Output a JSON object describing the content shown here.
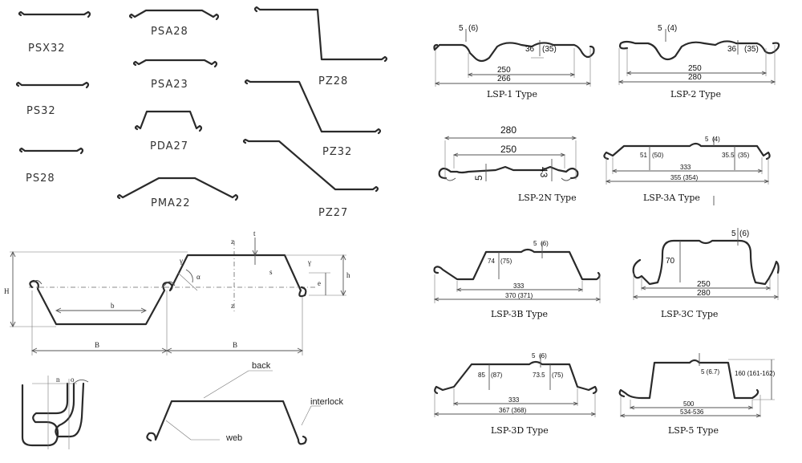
{
  "left_profiles": {
    "psx32": "PSX32",
    "ps32": "PS32",
    "ps28": "PS28",
    "psa28": "PSA28",
    "psa23": "PSA23",
    "pda27": "PDA27",
    "pma22": "PMA22",
    "pz28": "PZ28",
    "pz32": "PZ32",
    "pz27": "PZ27"
  },
  "schematic": {
    "H": "H",
    "B_left": "B",
    "B_right": "B",
    "b": "b",
    "h": "h",
    "e": "e",
    "alpha": "α",
    "gamma_l": "γ",
    "gamma_r": "γ",
    "s": "s",
    "z_top": "z",
    "z_bottom": "z",
    "t": "t",
    "n": "n",
    "o": "o"
  },
  "parts": {
    "back": "back",
    "interlock": "interlock",
    "web": "web"
  },
  "lsp": {
    "lsp1": {
      "caption": "LSP-1 Type",
      "d_top": "5",
      "d_top_alt": "(6)",
      "d_depth": "36",
      "d_depth_alt": "(35)",
      "d_inner": "250",
      "d_outer": "266"
    },
    "lsp2": {
      "caption": "LSP-2 Type",
      "d_top": "5",
      "d_top_alt": "(4)",
      "d_depth": "36",
      "d_depth_alt": "(35)",
      "d_inner": "250",
      "d_outer": "280"
    },
    "lsp2n": {
      "caption": "LSP-2N Type",
      "d_outer": "280",
      "d_inner": "250",
      "d_small": "5",
      "d_depth": "43"
    },
    "lsp3a": {
      "caption": "LSP-3A Type",
      "d_top": "5",
      "d_top_alt": "(4)",
      "d_left": "51",
      "d_left_alt": "(50)",
      "d_right": "35.5",
      "d_right_alt": "(35)",
      "d_inner": "333",
      "d_outer": "355 (354)"
    },
    "lsp3b": {
      "caption": "LSP-3B Type",
      "d_top": "5",
      "d_top_alt": "(6)",
      "d_depth": "74",
      "d_depth_alt": "(75)",
      "d_inner": "333",
      "d_outer": "370 (371)"
    },
    "lsp3c": {
      "caption": "LSP-3C Type",
      "d_top": "5",
      "d_top_alt": "(6)",
      "d_depth": "70",
      "d_inner": "250",
      "d_outer": "280"
    },
    "lsp3d": {
      "caption": "LSP-3D Type",
      "d_top": "5",
      "d_top_alt": "(6)",
      "d_left": "85",
      "d_left_alt": "(87)",
      "d_right": "73.5",
      "d_right_alt": "(75)",
      "d_inner": "333",
      "d_outer": "367 (368)"
    },
    "lsp5": {
      "caption": "LSP-5 Type",
      "d_top": "5 (6.7)",
      "d_depth": "160 (161-162)",
      "d_inner": "500",
      "d_outer": "534-536"
    }
  }
}
